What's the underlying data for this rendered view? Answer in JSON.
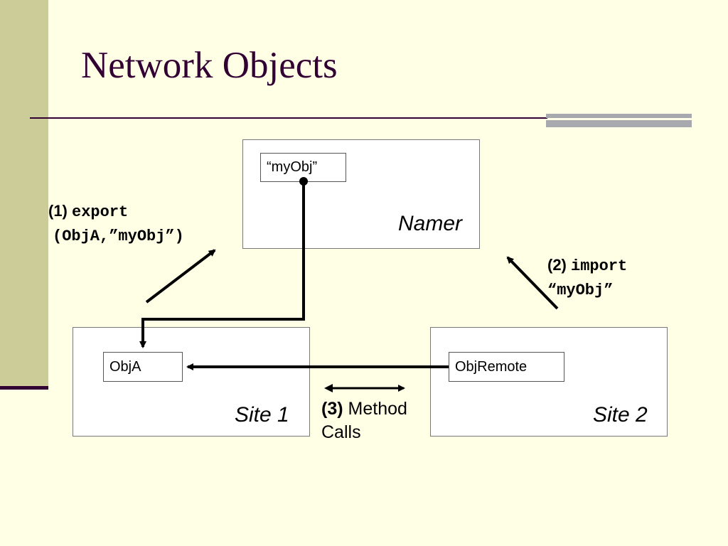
{
  "slide": {
    "title": "Network Objects"
  },
  "namer": {
    "label": "Namer",
    "entry": "“myObj”"
  },
  "site1": {
    "label": "Site 1",
    "object": "ObjA"
  },
  "site2": {
    "label": "Site 2",
    "object": "ObjRemote"
  },
  "steps": {
    "export": {
      "number": "(1)",
      "keyword": "export",
      "args": "(ObjA,”myObj”)"
    },
    "import": {
      "number": "(2)",
      "keyword": "import",
      "args": "“myObj”"
    },
    "calls": {
      "number": "(3)",
      "text1": "Method",
      "text2": "Calls"
    }
  },
  "colors": {
    "background": "#FFFFE5",
    "side_strip": "#CCCC99",
    "title": "#330033",
    "accent_bars": "#A8A8AF"
  }
}
